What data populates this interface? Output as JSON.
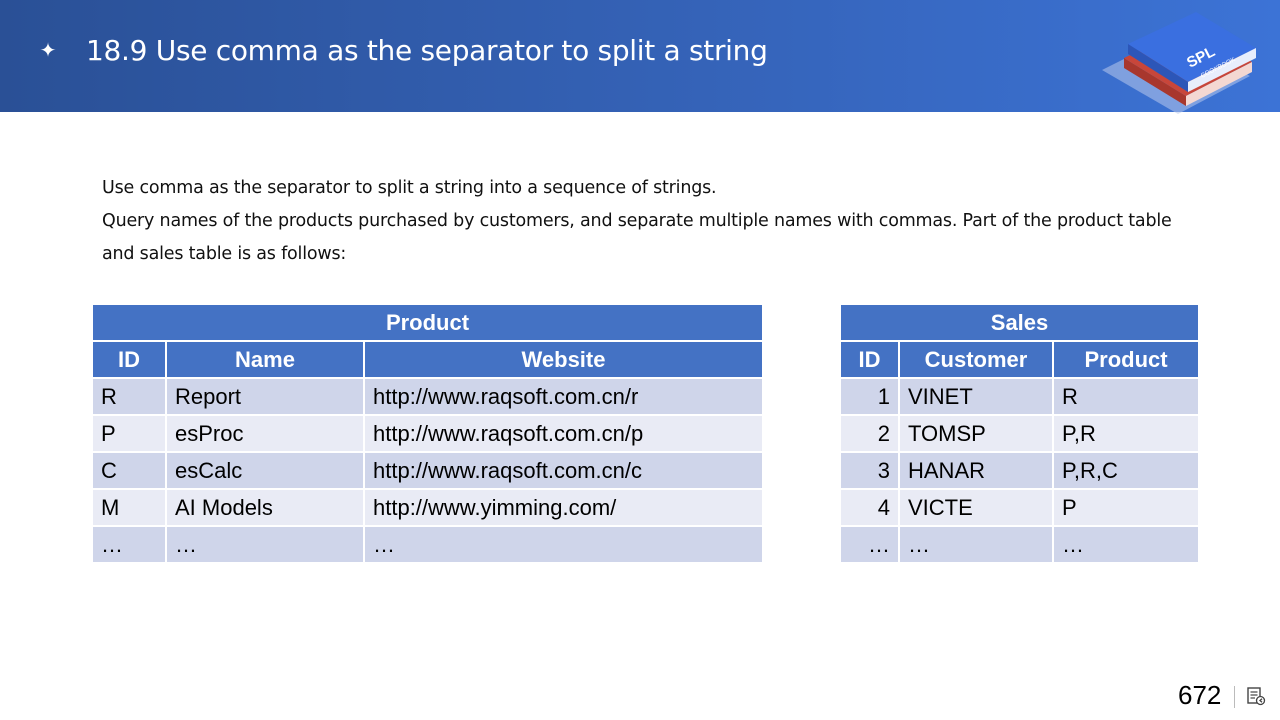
{
  "slide": {
    "title": "18.9 Use comma as the separator to split a string",
    "logo_text": "SPL",
    "logo_subtext": "COOKBOOK",
    "description": [
      "Use comma as the separator to split a string into a sequence of strings.",
      "Query names of the products purchased by customers, and separate multiple names with commas. Part of the product table and sales table is as follows:"
    ],
    "page_number": "672"
  },
  "product_table": {
    "caption": "Product",
    "columns": [
      "ID",
      "Name",
      "Website"
    ],
    "rows": [
      [
        "R",
        "Report",
        "http://www.raqsoft.com.cn/r"
      ],
      [
        "P",
        "esProc",
        "http://www.raqsoft.com.cn/p"
      ],
      [
        "C",
        "esCalc",
        "http://www.raqsoft.com.cn/c"
      ],
      [
        "M",
        "AI Models",
        "http://www.yimming.com/"
      ],
      [
        "…",
        "…",
        "…"
      ]
    ]
  },
  "sales_table": {
    "caption": "Sales",
    "columns": [
      "ID",
      "Customer",
      "Product"
    ],
    "rows": [
      [
        "1",
        "VINET",
        "R"
      ],
      [
        "2",
        "TOMSP",
        "P,R"
      ],
      [
        "3",
        "HANAR",
        "P,R,C"
      ],
      [
        "4",
        "VICTE",
        "P"
      ],
      [
        "…",
        "…",
        "…"
      ]
    ]
  },
  "colors": {
    "header_start": "#2a5096",
    "header_end": "#3c73d6",
    "table_header": "#4472c4",
    "row_dark": "#cfd5ea",
    "row_light": "#e9ebf5"
  },
  "icons": [
    "sparkle-icon",
    "book-stack-logo-icon",
    "notes-icon"
  ]
}
